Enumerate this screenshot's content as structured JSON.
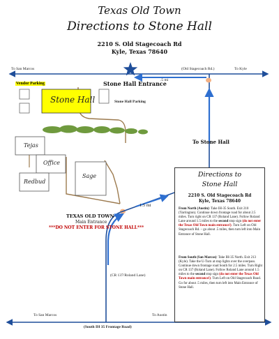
{
  "title": {
    "line1": "Texas Old Town",
    "line2": "Directions to Stone Hall"
  },
  "address": {
    "street": "2210 S. Old Stagecoach Rd",
    "city": "Kyle, Texas 78640"
  },
  "top_road": {
    "to_san_marcos": "To San Marcos",
    "road_name": "(Old Stagecoach Rd.)",
    "to_kyle": "To Kyle"
  },
  "bottom_road": {
    "to_san_marcos": "To San Marcos",
    "to_austin": "To Austin",
    "road_name": "(South IH 35 Frontage Road)"
  },
  "labels": {
    "vendor_parking": "Vendor Parking",
    "stone_hall_entrance": "Stone Hall Entrance",
    "stone_hall_parking": "Stone Hall Parking",
    "distance_top": ".5 mi",
    "distance_mid": "1.5 mi",
    "to_stone_hall": "To Stone Hall",
    "cr_137": "(CR 137/Roland Lane)"
  },
  "buildings": {
    "stone_hall": "Stone Hall",
    "tejas": "Tejas",
    "office": "Office",
    "redbud": "Redbud",
    "sage": "Sage"
  },
  "main_entrance": {
    "name": "TEXAS OLD TOWN",
    "sub": "Main Entrance",
    "warning": "***DO NOT ENTER FOR STONE HALL***"
  },
  "panel": {
    "title_line1": "Directions to",
    "title_line2": "Stone Hall",
    "address_street": "2210 S. Old Stagecoach Rd",
    "address_city": "Kyle, Texas 78640",
    "north_heading": "From North (Austin)",
    "north_part1": ": Take IH-35 South. Exit 210 (Yarrington). Continue down frontage road for about 2.5 miles. Turn right on CR 137 (Roland Lane). Follow Roland Lane around 1.5 miles to the ",
    "north_second": "second",
    "north_part2": " stop sign ",
    "north_warning": "(do not enter the Texas Old Town main entrance!)",
    "north_part3": ". Turn Left on Old Stagecoach Rd. – go about .5 miles, then turn left into Main Entrance of Stone Hall.",
    "south_heading": "From South (San Marcos)",
    "south_part1": ": Take IH-35 North. Exit 213 (Kyle). Take the U-Turn at stop lights over the overpass. Continue down frontage road South for 2.5 miles. Turn Right on CR 137 (Roland Lane). Follow Roland Lane around 1.5 miles to the ",
    "south_second": "second",
    "south_part2": " stop sign ",
    "south_warning": "(do not enter the Texas Old Town main entrance!)",
    "south_part3": ". Turn Left on Old Stagecoach Road. Go for about .5 miles, then turn left into Main Entrance of Stone Hall."
  },
  "colors": {
    "road": "#1f4e9a",
    "route_arrow": "#2e6fd0",
    "warning": "#c00000",
    "highlight": "#ffff00",
    "trees": "#6f9a3e",
    "marker": "#f4b183"
  }
}
